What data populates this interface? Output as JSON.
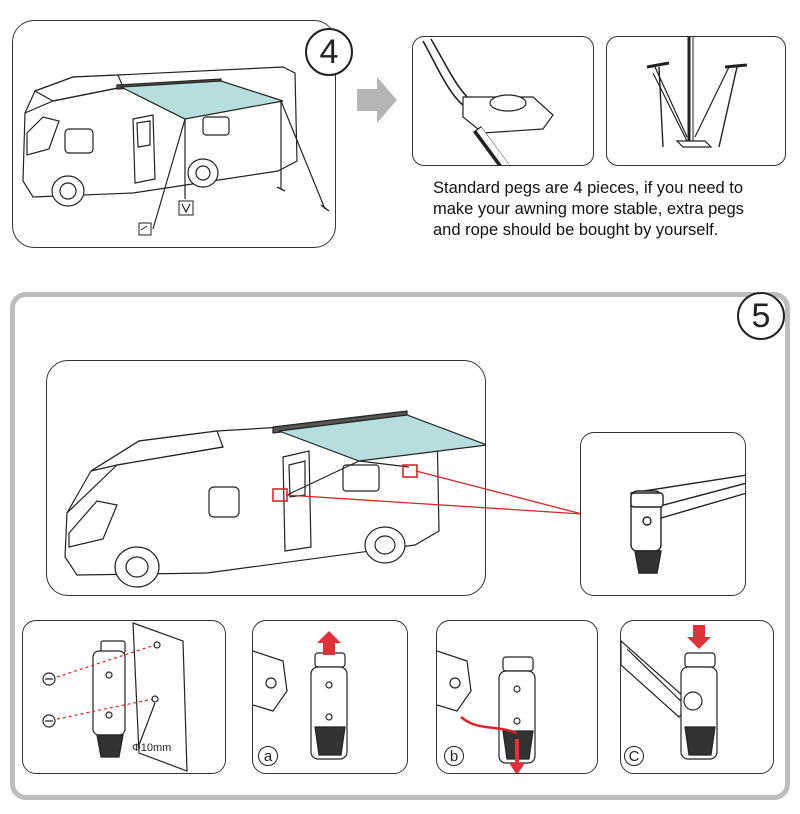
{
  "step4": {
    "badge": "4",
    "caption": "Standard pegs are 4 pieces, if you need to make your awning more stable, extra pegs and rope should be bought by yourself."
  },
  "step5": {
    "badge": "5",
    "dimension_label": "Φ10mm",
    "sub_labels": [
      "a",
      "b",
      "C"
    ]
  },
  "colors": {
    "awning_fabric": "#b7dede",
    "callout_red": "#d9262b",
    "arrow_red": "#e0323a",
    "frame_gray": "#bdbdbd",
    "arrow_gray": "#b5b5b5"
  }
}
